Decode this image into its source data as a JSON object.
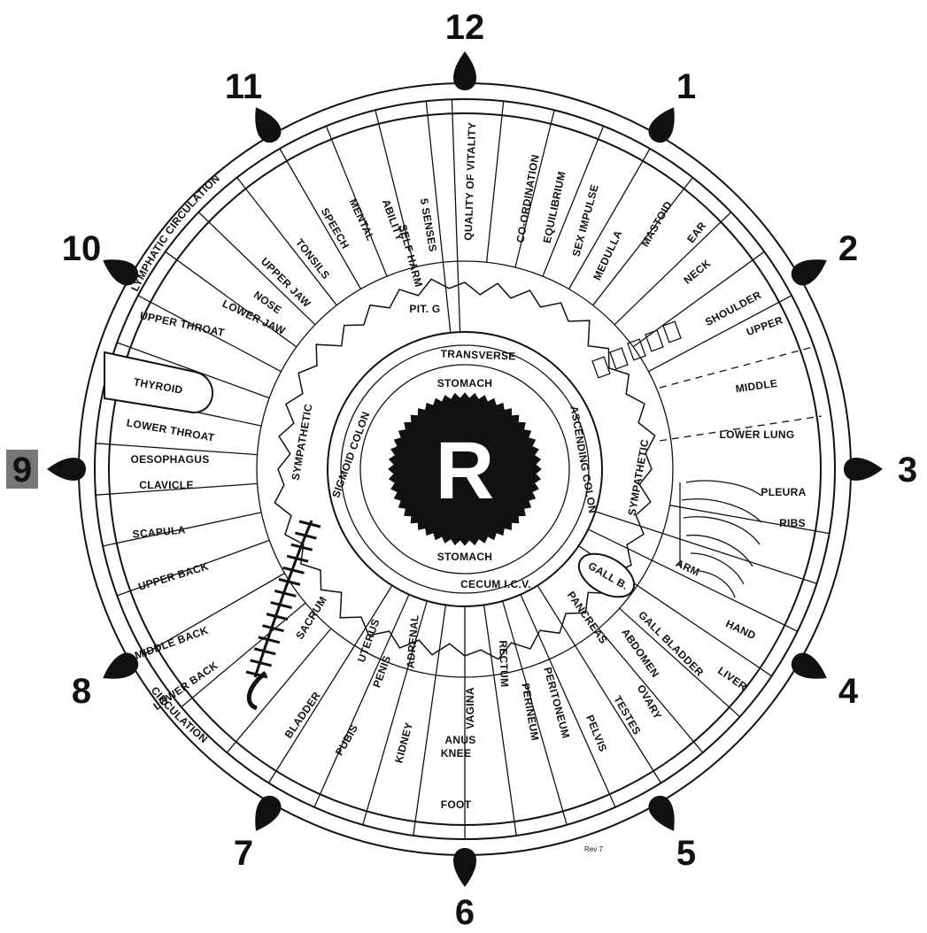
{
  "center_letter": "R",
  "hour_markers": [
    "12",
    "1",
    "2",
    "3",
    "4",
    "5",
    "6",
    "7",
    "8",
    "9",
    "10",
    "11"
  ],
  "highlighted_hour": "9",
  "colors": {
    "ink": "#111111",
    "paper": "#ffffff",
    "highlight": "#777777"
  },
  "outer_labels": {
    "lymphatic": "LYMPHATIC CIRCULATION",
    "circulation": "CIRCULATION"
  },
  "inner_labels": {
    "transverse": "TRANSVERSE",
    "stomach_top": "STOMACH",
    "stomach_bottom": "STOMACH",
    "sympathetic_left": "SYMPATHETIC",
    "sympathetic_right": "SYMPATHETIC",
    "colon_left": "SIGMOID COLON",
    "colon_right": "ASCENDING COLON",
    "cecum": "CECUM I.C.V.",
    "thyroid": "THYROID",
    "gall": "GALL B."
  },
  "sectors": [
    "QUALITY OF VITALITY",
    "CO-ORDINATION",
    "EQUILIBRIUM",
    "SEX IMPULSE",
    "MEDULLA",
    "MASTOID",
    "EAR",
    "NECK",
    "SHOULDER",
    "UPPER",
    "MIDDLE",
    "LOWER LUNG",
    "PLEURA",
    "RIBS",
    "ARM",
    "HAND",
    "LIVER",
    "GALL BLADDER",
    "PANCREAS",
    "ABDOMEN",
    "OVARY",
    "TESTES",
    "PELVIS",
    "PERITONEUM",
    "PERINEUM",
    "RECTUM",
    "ANUS",
    "VAGINA",
    "FOOT",
    "KIDNEY",
    "ADRENAL",
    "PUBIS",
    "UTERUS",
    "PENIS",
    "BLADDER",
    "SACRUM",
    "LOWER BACK",
    "MIDDLE BACK",
    "UPPER BACK",
    "SCAPULA",
    "CLAVICLE",
    "OESOPHAGUS",
    "LOWER THROAT",
    "UPPER THROAT",
    "LOWER JAW",
    "NOSE",
    "UPPER JAW",
    "TONSILS",
    "SPEECH",
    "MENTAL",
    "ABILITY",
    "SELF HARM",
    "5 SENSES",
    "PIT. G",
    "KNEE"
  ],
  "credit": "Rev 7"
}
